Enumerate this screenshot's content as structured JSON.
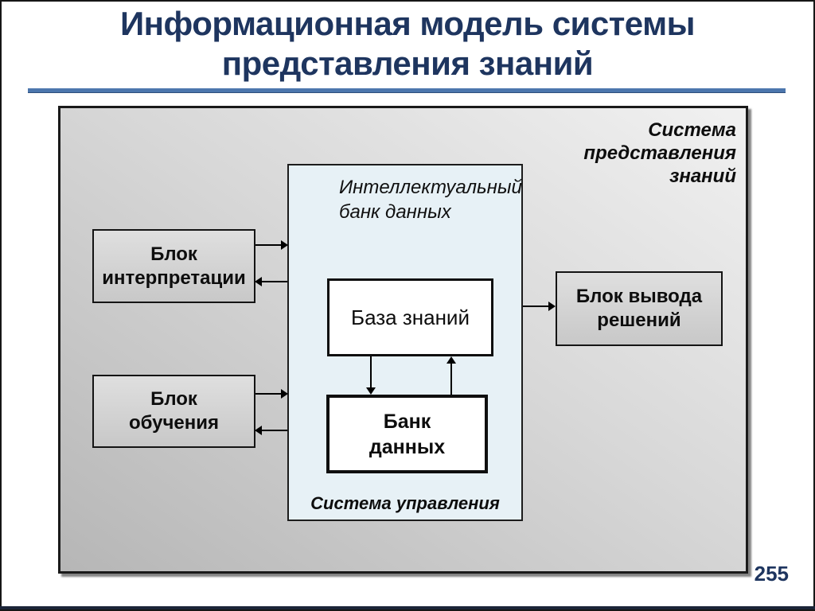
{
  "slide": {
    "title": "Информационная модель системы\nпредставления знаний",
    "page_number": "255"
  },
  "diagram": {
    "system_label": "Система\nпредставления\nзнаний",
    "bank_label": "Интеллектуальный\nбанк данных",
    "control_label": "Система управления",
    "nodes": {
      "interpretation": "Блок\nинтерпретации",
      "training": "Блок\nобучения",
      "knowledge_base": "База знаний",
      "data_bank": "Банк\nданных",
      "inference": "Блок вывода\nрешений"
    }
  },
  "colors": {
    "title_text": "#1e355f",
    "title_rule": "#4c76ad",
    "panel_gradient_light": "#f1f1f1",
    "panel_gradient_dark": "#b6b6b6",
    "center_box_bg": "#e7f1f6",
    "node_bg": "#d4d4d4",
    "arrow": "#000000",
    "bottom_bar": "#1b2438"
  }
}
